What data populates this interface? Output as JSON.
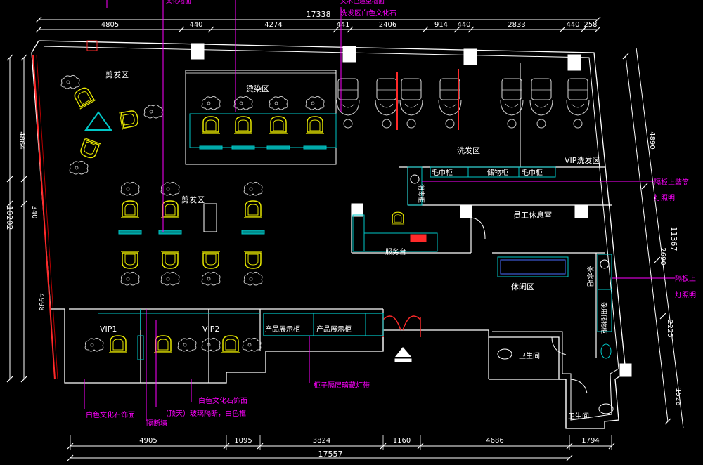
{
  "colors": {
    "background": "#000000",
    "wall": "#ffffff",
    "dimension": "#ffffff",
    "furniture_yellow": "#e6e600",
    "furniture_gray": "#c8c8c8",
    "cyan": "#00c8c8",
    "magenta": "#ff00ff",
    "red": "#ff2a2a",
    "teal": "#008c8c"
  },
  "dimensions": {
    "top_overall": "17338",
    "top_segments": [
      "4805",
      "440",
      "4274",
      "441",
      "2406",
      "914",
      "440",
      "2833",
      "440",
      "258"
    ],
    "bottom_overall": "17557",
    "bottom_segments": [
      "4905",
      "1095",
      "3824",
      "1160",
      "4686",
      "1794"
    ],
    "left_overall": "10202",
    "left_segments": [
      "4864",
      "340",
      "4998"
    ],
    "right_overall": "11367",
    "right_segments": [
      "4890",
      "2690",
      "2225",
      "1526"
    ]
  },
  "rooms": {
    "cut_upper": "剪发区",
    "perm_dye": "烫染区",
    "cut_middle": "剪发区",
    "wash": "洗发区",
    "vip_wash": "VIP洗发区",
    "towel1": "毛巾柜",
    "storage": "储物柜",
    "towel2": "毛巾柜",
    "staff_rest": "员工休息室",
    "service": "服务台",
    "leisure": "休闲区",
    "vip1": "VIP1",
    "vip2": "VIP2",
    "display1": "产品展示柜",
    "display2": "产品展示柜",
    "restroom1": "卫生间",
    "restroom2": "卫生间",
    "tea": "茶水吧",
    "utility": "杂用储物柜",
    "side_cabinet": "消毒柜"
  },
  "annotations": {
    "top_cut1": "文化墙面",
    "top_cut2": "文木色造型墙面",
    "wash_note": "洗发区白色文化石",
    "right_note1_a": "隔板上装筒",
    "right_note1_b": "灯照明",
    "right_note2_a": "隔板上",
    "right_note2_b": "灯照明",
    "bottom_left": "白色文化石饰面",
    "partition": "隔断墙",
    "glass_a": "白色文化石饰面",
    "glass_b": "（顶天）玻璃隔断，白色框",
    "cabinet_note": "柜子隔层暗藏灯带"
  }
}
